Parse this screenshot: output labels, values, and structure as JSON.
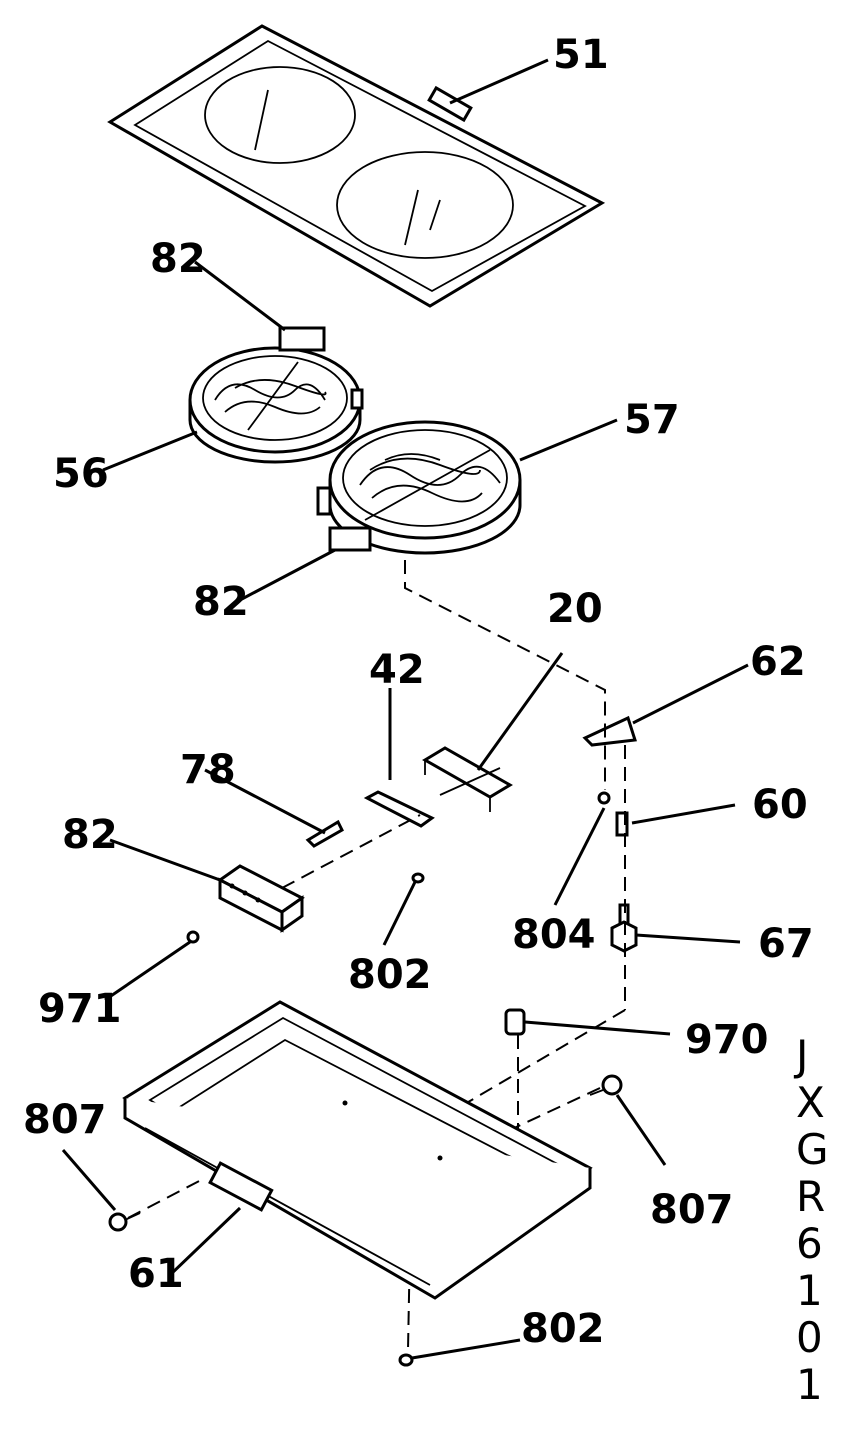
{
  "callouts": {
    "c51": "51",
    "c82_top": "82",
    "c56": "56",
    "c57": "57",
    "c82_mid": "82",
    "c20": "20",
    "c42": "42",
    "c62": "62",
    "c78": "78",
    "c82_low": "82",
    "c60": "60",
    "c804": "804",
    "c67": "67",
    "c802_a": "802",
    "c971": "971",
    "c970": "970",
    "c807_left": "807",
    "c807_right": "807",
    "c61": "61",
    "c802_b": "802"
  },
  "model_code": [
    "J",
    "X",
    "G",
    "R",
    "6",
    "1",
    "0",
    "1"
  ]
}
